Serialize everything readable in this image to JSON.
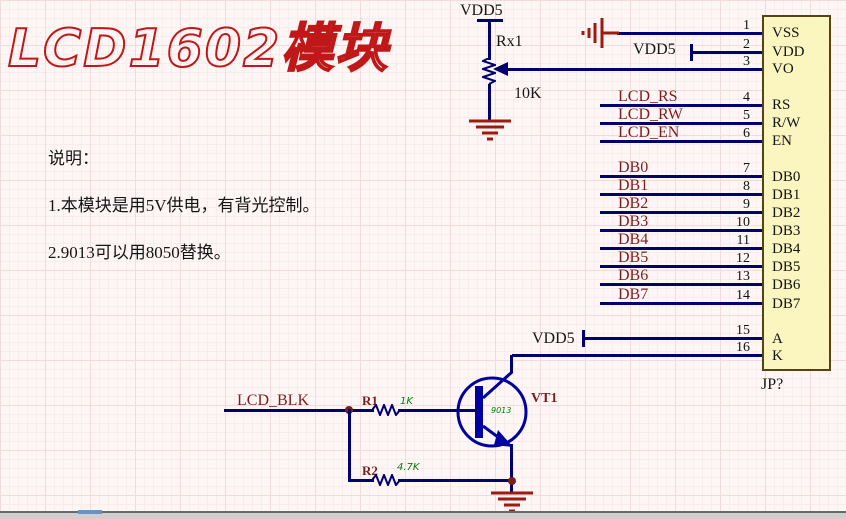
{
  "title": "LCD1602模块",
  "notes": {
    "heading": "说明：",
    "line1": "1.本模块是用5V供电，有背光控制。",
    "line2": "2.9013可以用8050替换。"
  },
  "connector": {
    "designator": "JP?",
    "pins": [
      {
        "number": "1",
        "name": "VSS"
      },
      {
        "number": "2",
        "name": "VDD"
      },
      {
        "number": "3",
        "name": "VO"
      },
      {
        "number": "4",
        "name": "RS"
      },
      {
        "number": "5",
        "name": "R/W"
      },
      {
        "number": "6",
        "name": "EN"
      },
      {
        "number": "7",
        "name": "DB0"
      },
      {
        "number": "8",
        "name": "DB1"
      },
      {
        "number": "9",
        "name": "DB2"
      },
      {
        "number": "10",
        "name": "DB3"
      },
      {
        "number": "11",
        "name": "DB4"
      },
      {
        "number": "12",
        "name": "DB5"
      },
      {
        "number": "13",
        "name": "DB6"
      },
      {
        "number": "14",
        "name": "DB7"
      },
      {
        "number": "15",
        "name": "A"
      },
      {
        "number": "16",
        "name": "K"
      }
    ]
  },
  "nets": {
    "vdd5": "VDD5",
    "lcd_rs": "LCD_RS",
    "lcd_rw": "LCD_RW",
    "lcd_en": "LCD_EN",
    "lcd_blk": "LCD_BLK",
    "db": [
      "DB0",
      "DB1",
      "DB2",
      "DB3",
      "DB4",
      "DB5",
      "DB6",
      "DB7"
    ]
  },
  "components": {
    "pot": {
      "designator": "Rx1",
      "value": "10K"
    },
    "r1": {
      "designator": "R1",
      "value": "1K"
    },
    "r2": {
      "designator": "R2",
      "value": "4.7K"
    },
    "transistor": {
      "designator": "VT1",
      "value": "9013"
    }
  },
  "colors": {
    "wire": "#00006e",
    "net_label": "#7a1f1f",
    "value_text": "#007f00",
    "connector_fill": "#fbf5c0",
    "ground": "#9c1c14",
    "title_outline": "#c01818"
  }
}
